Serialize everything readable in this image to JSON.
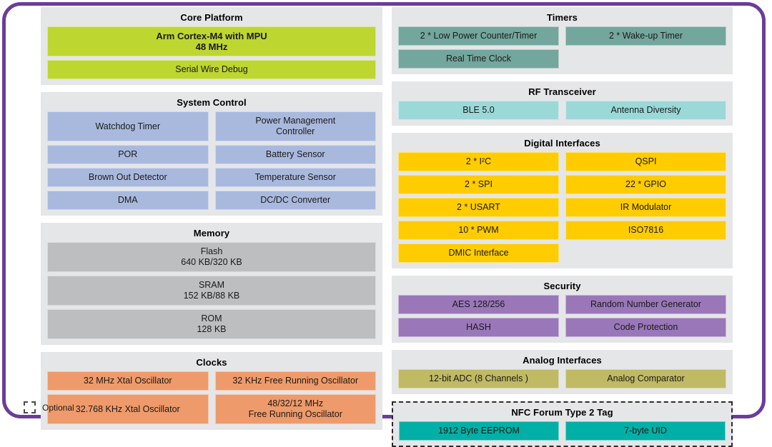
{
  "diagram": {
    "left_column": [
      {
        "id": "core-platform",
        "title": "Core Platform",
        "color": "c-green",
        "optional": false,
        "rows": [
          [
            {
              "label": "Arm Cortex-M4 with MPU",
              "label2": "48 MHz",
              "bold": true,
              "wide": true
            }
          ],
          [
            {
              "label": "Serial Wire Debug",
              "wide": true
            }
          ]
        ]
      },
      {
        "id": "system-control",
        "title": "System Control",
        "color": "c-blue",
        "optional": false,
        "rows": [
          [
            {
              "label": "Watchdog Timer"
            },
            {
              "label": "Power Management",
              "label2": "Controller"
            }
          ],
          [
            {
              "label": "POR"
            },
            {
              "label": "Battery Sensor"
            }
          ],
          [
            {
              "label": "Brown Out Detector"
            },
            {
              "label": "Temperature Sensor"
            }
          ],
          [
            {
              "label": "DMA"
            },
            {
              "label": "DC/DC Converter"
            }
          ]
        ]
      },
      {
        "id": "memory",
        "title": "Memory",
        "color": "c-gray",
        "optional": false,
        "rows": [
          [
            {
              "label": "Flash",
              "label2": "640 KB/320 KB",
              "wide": true
            }
          ],
          [
            {
              "label": "SRAM",
              "label2": "152 KB/88 KB",
              "wide": true
            }
          ],
          [
            {
              "label": "ROM",
              "label2": "128 KB",
              "wide": true
            }
          ]
        ]
      },
      {
        "id": "clocks",
        "title": "Clocks",
        "color": "c-orange",
        "optional": false,
        "rows": [
          [
            {
              "label": "32 MHz Xtal Oscillator"
            },
            {
              "label": "32 KHz Free Running Oscillator"
            }
          ],
          [
            {
              "label": "32.768 KHz Xtal Oscillator"
            },
            {
              "label": "48/32/12 MHz",
              "label2": "Free Running Oscillator"
            }
          ]
        ]
      }
    ],
    "right_column": [
      {
        "id": "timers",
        "title": "Timers",
        "color": "c-teal",
        "optional": false,
        "rows": [
          [
            {
              "label": "2 * Low Power Counter/Timer"
            },
            {
              "label": "2 * Wake-up Timer"
            }
          ],
          [
            {
              "label": "Real Time Clock"
            },
            {
              "label": "",
              "spacer": true
            }
          ]
        ]
      },
      {
        "id": "rf-transceiver",
        "title": "RF Transceiver",
        "color": "c-cyan",
        "optional": false,
        "rows": [
          [
            {
              "label": "BLE 5.0"
            },
            {
              "label": "Antenna Diversity"
            }
          ]
        ]
      },
      {
        "id": "digital-interfaces",
        "title": "Digital Interfaces",
        "color": "c-yellow",
        "optional": false,
        "rows": [
          [
            {
              "label": "2  * I²C"
            },
            {
              "label": "QSPI"
            }
          ],
          [
            {
              "label": "2 * SPI"
            },
            {
              "label": "22 * GPIO"
            }
          ],
          [
            {
              "label": "2 * USART"
            },
            {
              "label": "IR Modulator"
            }
          ],
          [
            {
              "label": "10 * PWM"
            },
            {
              "label": "ISO7816"
            }
          ],
          [
            {
              "label": "DMIC Interface"
            },
            {
              "label": "",
              "spacer": true
            }
          ]
        ]
      },
      {
        "id": "security",
        "title": "Security",
        "color": "c-purple",
        "optional": false,
        "rows": [
          [
            {
              "label": "AES 128/256"
            },
            {
              "label": "Random Number Generator"
            }
          ],
          [
            {
              "label": "HASH"
            },
            {
              "label": "Code Protection"
            }
          ]
        ]
      },
      {
        "id": "analog-interfaces",
        "title": "Analog Interfaces",
        "color": "c-olive",
        "optional": false,
        "rows": [
          [
            {
              "label": "12-bit ADC (8 Channels )"
            },
            {
              "label": "Analog Comparator"
            }
          ]
        ]
      },
      {
        "id": "nfc-forum-type-2-tag",
        "title": "NFC Forum Type 2 Tag",
        "color": "c-nfc",
        "optional": true,
        "rows": [
          [
            {
              "label": "1912 Byte EEPROM"
            },
            {
              "label": "7-byte UID"
            }
          ]
        ]
      }
    ]
  },
  "legend": {
    "optional_label": "Optional"
  },
  "colors": {
    "frame_border": "#6b3d9a",
    "panel_background": "#e5e6e8",
    "core_platform": "#bed630",
    "system_control": "#a9b9de",
    "memory": "#bcbec0",
    "clocks": "#ef9a6a",
    "timers": "#73a69c",
    "rf_transceiver": "#9bd9d9",
    "digital_interfaces": "#ffcc00",
    "security": "#9a77b8",
    "analog_interfaces": "#bfba63",
    "nfc": "#00b0a6"
  }
}
